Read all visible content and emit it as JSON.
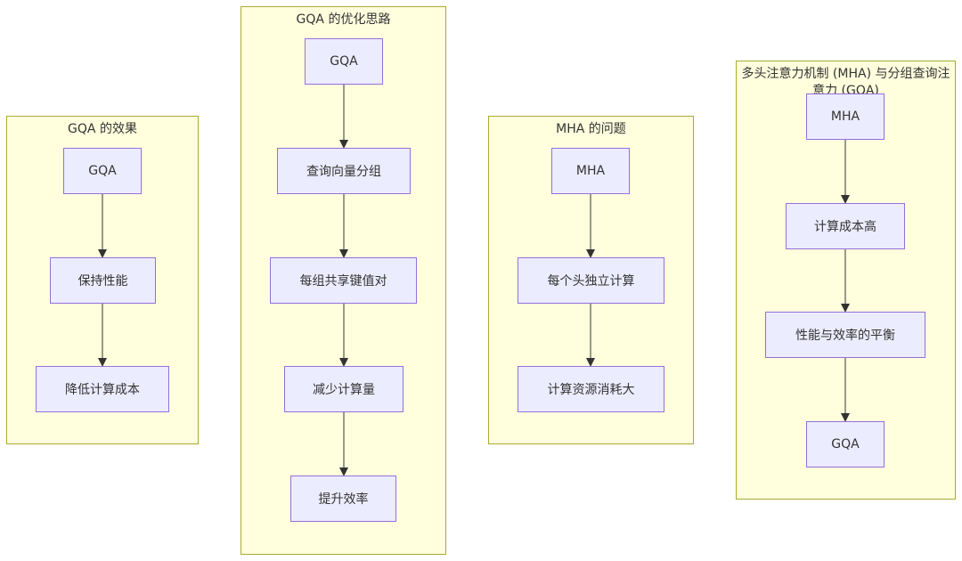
{
  "clusters": {
    "effect": {
      "title": "GQA 的效果",
      "nodes": [
        "GQA",
        "保持性能",
        "降低计算成本"
      ]
    },
    "optimization": {
      "title": "GQA 的优化思路",
      "nodes": [
        "GQA",
        "查询向量分组",
        "每组共享键值对",
        "减少计算量",
        "提升效率"
      ]
    },
    "problem": {
      "title": "MHA 的问题",
      "nodes": [
        "MHA",
        "每个头独立计算",
        "计算资源消耗大"
      ]
    },
    "overview": {
      "title": "多头注意力机制 (MHA) 与分组查询注意力 (GQA)",
      "nodes": [
        "MHA",
        "计算成本高",
        "性能与效率的平衡",
        "GQA"
      ]
    }
  },
  "colors": {
    "cluster_fill": "#ffffde",
    "cluster_border": "#aaaa33",
    "node_fill": "#ececff",
    "node_border": "#9370db",
    "edge": "#333333"
  }
}
